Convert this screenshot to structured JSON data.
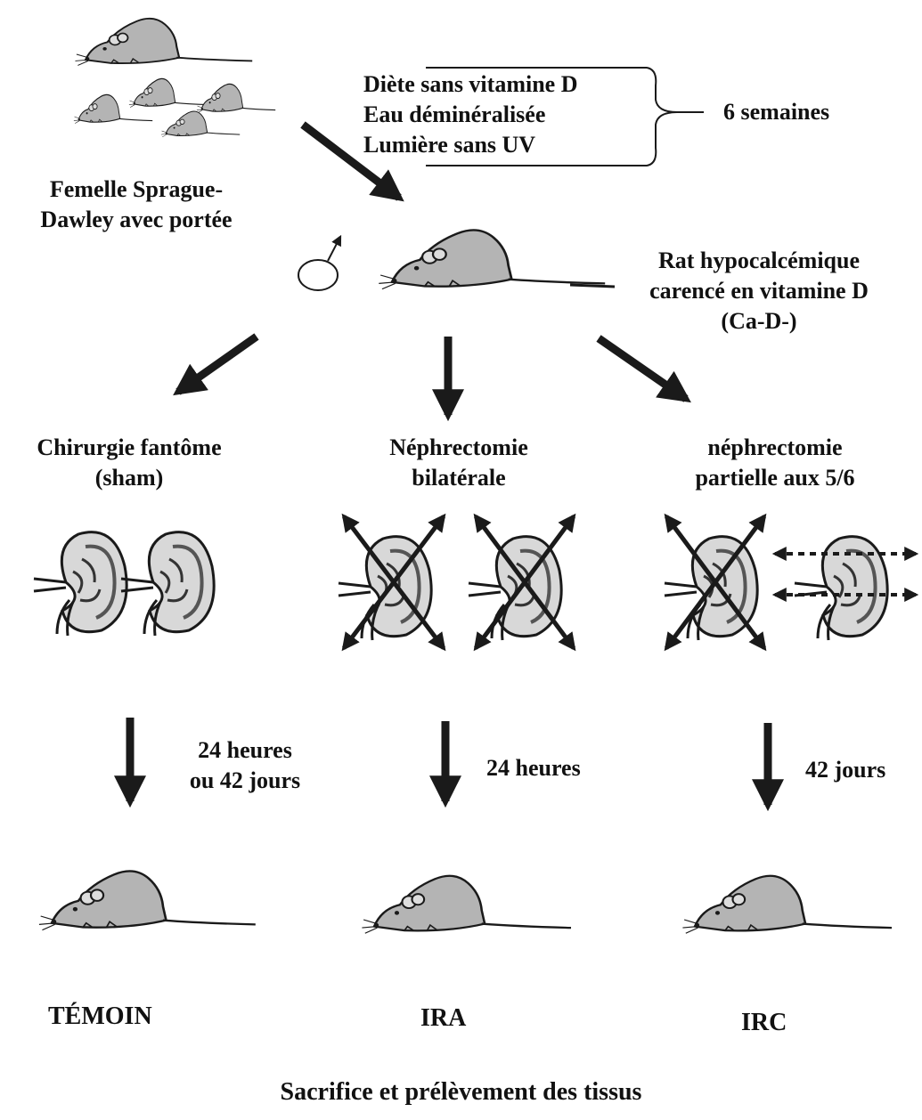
{
  "mother": {
    "label_line1": "Femelle Sprague-",
    "label_line2": "Dawley avec portée"
  },
  "conditions": {
    "lines": [
      "Diète sans vitamine D",
      "Eau déminéralisée",
      "Lumière sans UV"
    ],
    "duration": "6 semaines"
  },
  "rat_model": {
    "line1": "Rat hypocalcémique",
    "line2": "carencé en vitamine D",
    "line3": "(Ca-D-)"
  },
  "branches": [
    {
      "title_line1": "Chirurgie fantôme",
      "title_line2": "(sham)",
      "time_line1": "24 heures",
      "time_line2": "ou 42 jours",
      "group": "TÉMOIN"
    },
    {
      "title_line1": "Néphrectomie",
      "title_line2": "bilatérale",
      "time_line1": "24 heures",
      "group": "IRA"
    },
    {
      "title_line1": "néphrectomie",
      "title_line2": "partielle aux 5/6",
      "time_line1": "42 jours",
      "group": "IRC"
    }
  ],
  "footer": "Sacrifice et prélèvement des tissus",
  "icons": {
    "rat": "rat-icon",
    "kidney": "kidney-icon",
    "male": "male-symbol-icon"
  },
  "colors": {
    "rat_fill": "#b4b4b4",
    "outline": "#1a1a1a"
  }
}
